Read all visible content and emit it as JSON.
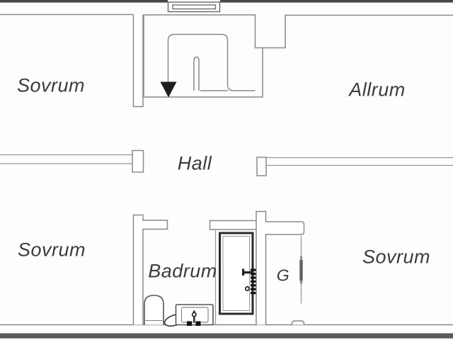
{
  "title": "Apartment floor plan",
  "floorplan": {
    "rooms": [
      {
        "id": "sovrum-top-left",
        "label": "Sovrum"
      },
      {
        "id": "allrum",
        "label": "Allrum"
      },
      {
        "id": "hall",
        "label": "Hall"
      },
      {
        "id": "sovrum-bottom-left",
        "label": "Sovrum"
      },
      {
        "id": "badrum",
        "label": "Badrum"
      },
      {
        "id": "garderob",
        "label": "G"
      },
      {
        "id": "sovrum-bottom-right",
        "label": "Sovrum"
      }
    ],
    "stairs": {
      "type": "u-shaped",
      "direction_arrow": "down"
    },
    "window": {
      "location": "top-exterior-wall",
      "count": 1
    },
    "fixtures": [
      "toilet",
      "wash-oval",
      "sink-counter-with-faucet",
      "hinged-door",
      "sliding-closet-door"
    ]
  },
  "colors": {
    "wall_line": "#8a8a8a",
    "wall_dark": "#474747",
    "wall_band": "#5a5a5a",
    "ink_dark": "#1d1d1d",
    "fixture": "#555555",
    "door_border": "#2b2b2b",
    "text_color": "#3c3c3c",
    "bg": "#fdfdfd"
  }
}
